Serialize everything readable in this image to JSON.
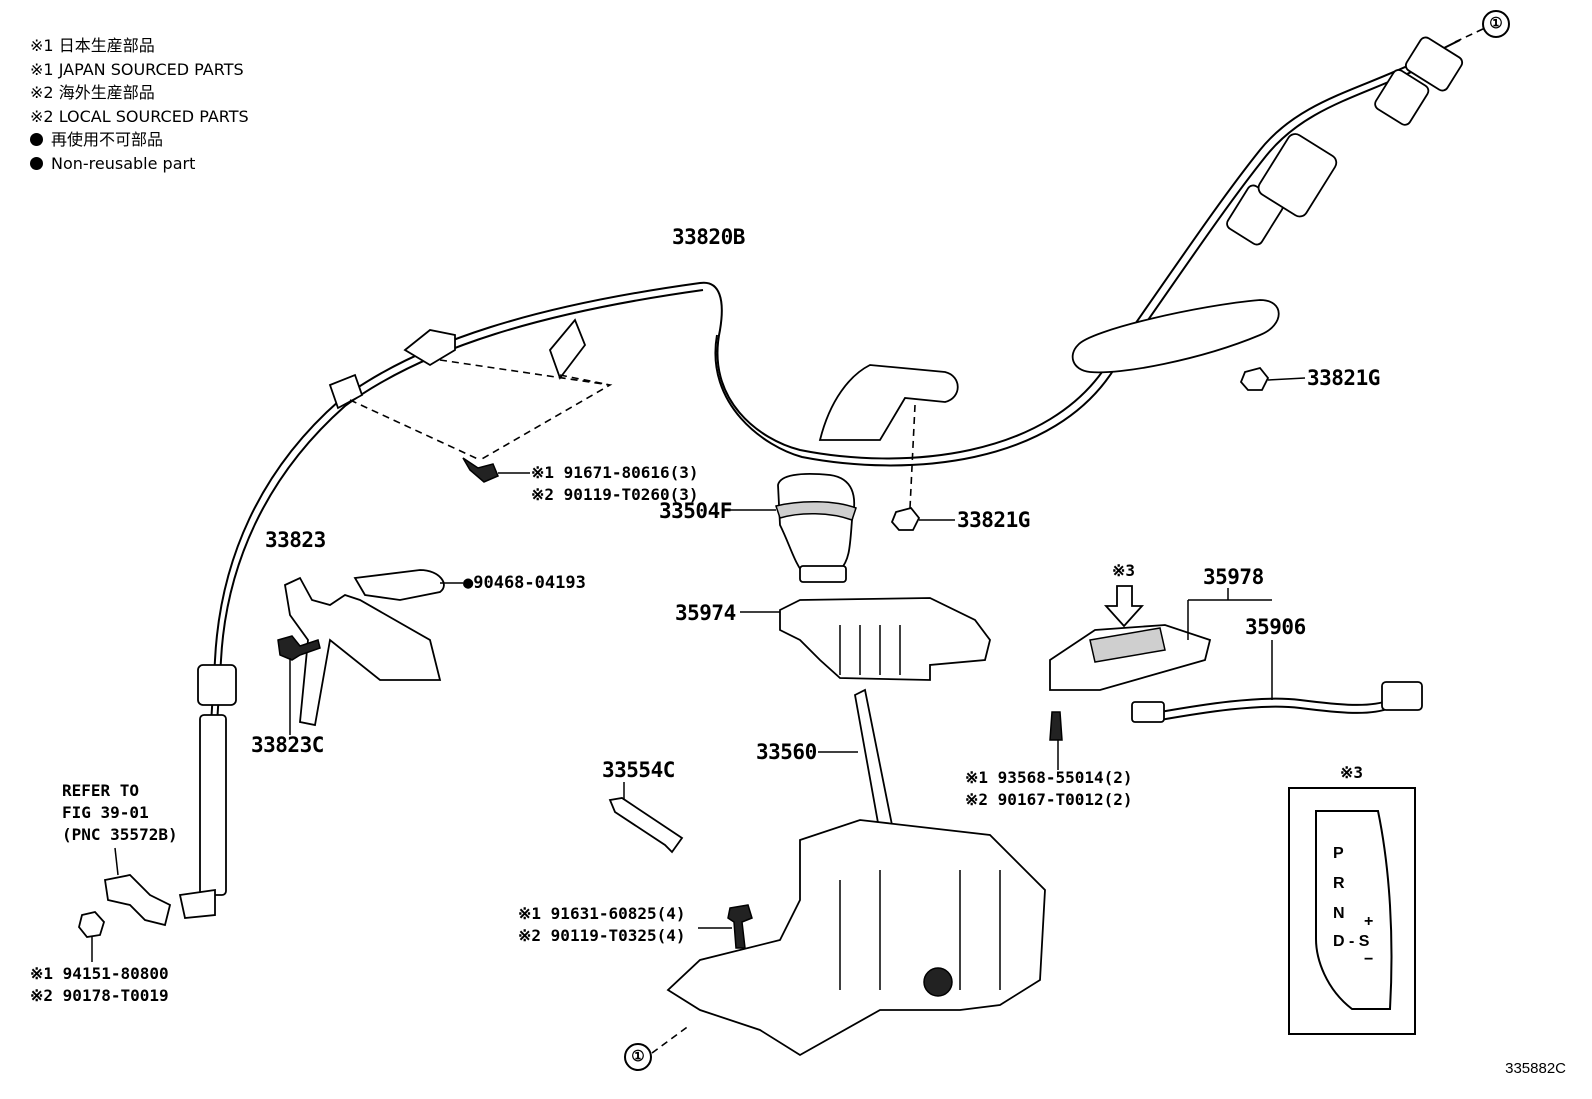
{
  "legend": [
    {
      "mark": "※1",
      "text": "日本生産部品"
    },
    {
      "mark": "※1",
      "text": "JAPAN SOURCED PARTS"
    },
    {
      "mark": "※2",
      "text": "海外生産部品"
    },
    {
      "mark": "※2",
      "text": "LOCAL SOURCED PARTS"
    },
    {
      "mark": "dot",
      "text": "再使用不可部品"
    },
    {
      "mark": "dot",
      "text": "Non-reusable part"
    }
  ],
  "parts": {
    "p33820B": "33820B",
    "p33821G_a": "33821G",
    "p33821G_b": "33821G",
    "p33504F": "33504F",
    "p33823": "33823",
    "p33823C": "33823C",
    "p90468": "●90468-04193",
    "p35974": "35974",
    "p35978": "35978",
    "p35906": "35906",
    "p33554C": "33554C",
    "p33560": "33560",
    "note3_mark": "※3",
    "gear_note_mark": "※3"
  },
  "sublabels": {
    "bolt_a_1": "※1 91671-80616(3)",
    "bolt_a_2": "※2 90119-T0260(3)",
    "screw_b_1": "※1 93568-55014(2)",
    "screw_b_2": "※2 90167-T0012(2)",
    "bolt_c_1": "※1 91631-60825(4)",
    "bolt_c_2": "※2 90119-T0325(4)",
    "nut_d_1": "※1 94151-80800",
    "nut_d_2": "※2 90178-T0019"
  },
  "refer": {
    "line1": "REFER TO",
    "line2": "FIG 39-01",
    "line3": "(PNC 35572B)"
  },
  "connector_marks": {
    "top": "①",
    "bottom": "①"
  },
  "gear_indicator": {
    "p": "P",
    "r": "R",
    "n": "N",
    "d": "D - S",
    "plus": "+",
    "minus": "−"
  },
  "figure_code": "335882C"
}
